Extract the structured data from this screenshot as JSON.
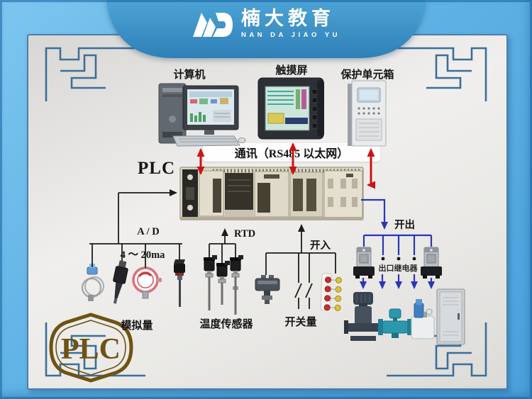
{
  "brand": {
    "logo_mark": "ND",
    "name_cn": "楠大教育",
    "name_en": "NAN DA JIAO YU"
  },
  "labels": {
    "computer": "计算机",
    "touchscreen": "触摸屏",
    "protection_unit": "保护单元箱",
    "comm_bus": "通讯（RS485 以太网）",
    "plc": "PLC",
    "ad": "A / D",
    "current_range": "4 ～ 20ma",
    "analog_group": "模拟量",
    "rtd": "RTD",
    "temp_sensor_group": "温度传感器",
    "digital_in": "开入",
    "switch_group": "开关量",
    "digital_out": "开出",
    "output_relay": "出口继电器",
    "plc_badge": "PLC"
  },
  "illustrations": [
    "computer-tower-monitor-keyboard",
    "touchscreen-hmi",
    "protection-unit-box",
    "plc-rack-modules",
    "analog-sensors-row",
    "temperature-sensors-row",
    "pressure-switch",
    "limit-switch-contacts",
    "indicator-lamps-red-yellow",
    "output-relays-pair",
    "pump",
    "teal-valve",
    "pressure-tank-unit",
    "electrical-cabinet",
    "chinese-fret-corner-ornaments"
  ],
  "colors": {
    "background_blue": "#5fb2e4",
    "banner_blue": "#3a8ec6",
    "panel_gray": "#eceae7",
    "ornament_blue": "#3c6e9a",
    "comm_arrow_red": "#cc1414",
    "signal_line_black": "#1c1c1c",
    "output_line_blue": "#2a35b8",
    "plc_badge_gold": "#6e5312"
  }
}
